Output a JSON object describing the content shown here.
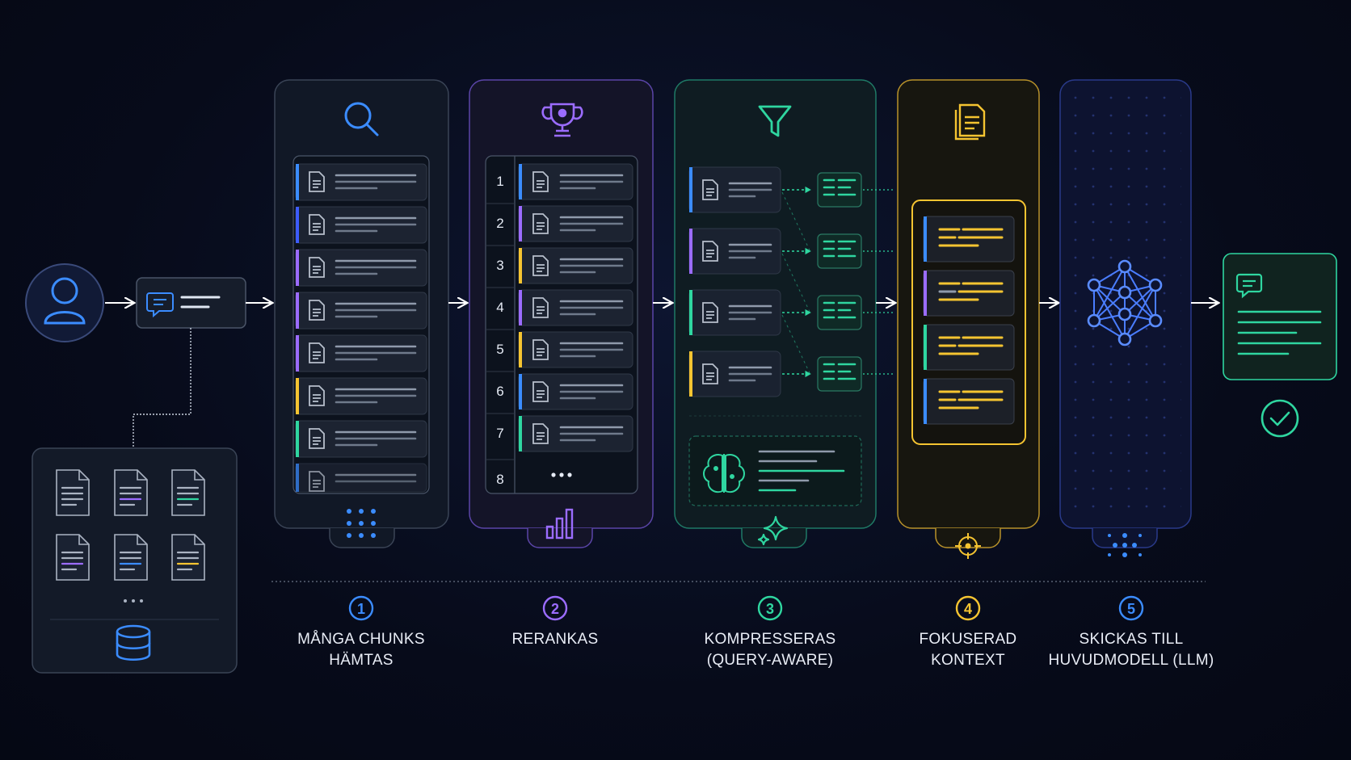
{
  "colors": {
    "background": "#070b1a",
    "blue": "#3b8cff",
    "purple": "#9b6cff",
    "green": "#2fd6a0",
    "yellow": "#f5c431",
    "indigo": "#3d5cff",
    "text": "#e9edf6",
    "panel": "#111826",
    "panel_border": "#3a4456"
  },
  "icons": {
    "user": "user-icon",
    "query": "chat-bubble-icon",
    "database": "database-icon",
    "search": "search-icon",
    "rerank": "trophy-icon",
    "compress": "funnel-icon",
    "focus": "document-stack-icon",
    "llm": "neural-network-icon",
    "answer_check": "check-circle-icon",
    "brain": "brain-icon",
    "sparkle": "sparkle-icon",
    "target": "target-icon",
    "bars": "bar-chart-icon"
  },
  "rerank_ranks": [
    "1",
    "2",
    "3",
    "4",
    "5",
    "6",
    "7",
    "8"
  ],
  "steps": [
    {
      "number": "1",
      "line1": "MÅNGA CHUNKS",
      "line2": "HÄMTAS",
      "color": "#3b8cff"
    },
    {
      "number": "2",
      "line1": "RERANKAS",
      "line2": "",
      "color": "#9b6cff"
    },
    {
      "number": "3",
      "line1": "KOMPRESSERAS",
      "line2": "(QUERY-AWARE)",
      "color": "#2fd6a0"
    },
    {
      "number": "4",
      "line1": "FOKUSERAD",
      "line2": "KONTEXT",
      "color": "#f5c431"
    },
    {
      "number": "5",
      "line1": "SKICKAS TILL",
      "line2": "HUVUDMODELL (LLM)",
      "color": "#3b8cff"
    }
  ]
}
